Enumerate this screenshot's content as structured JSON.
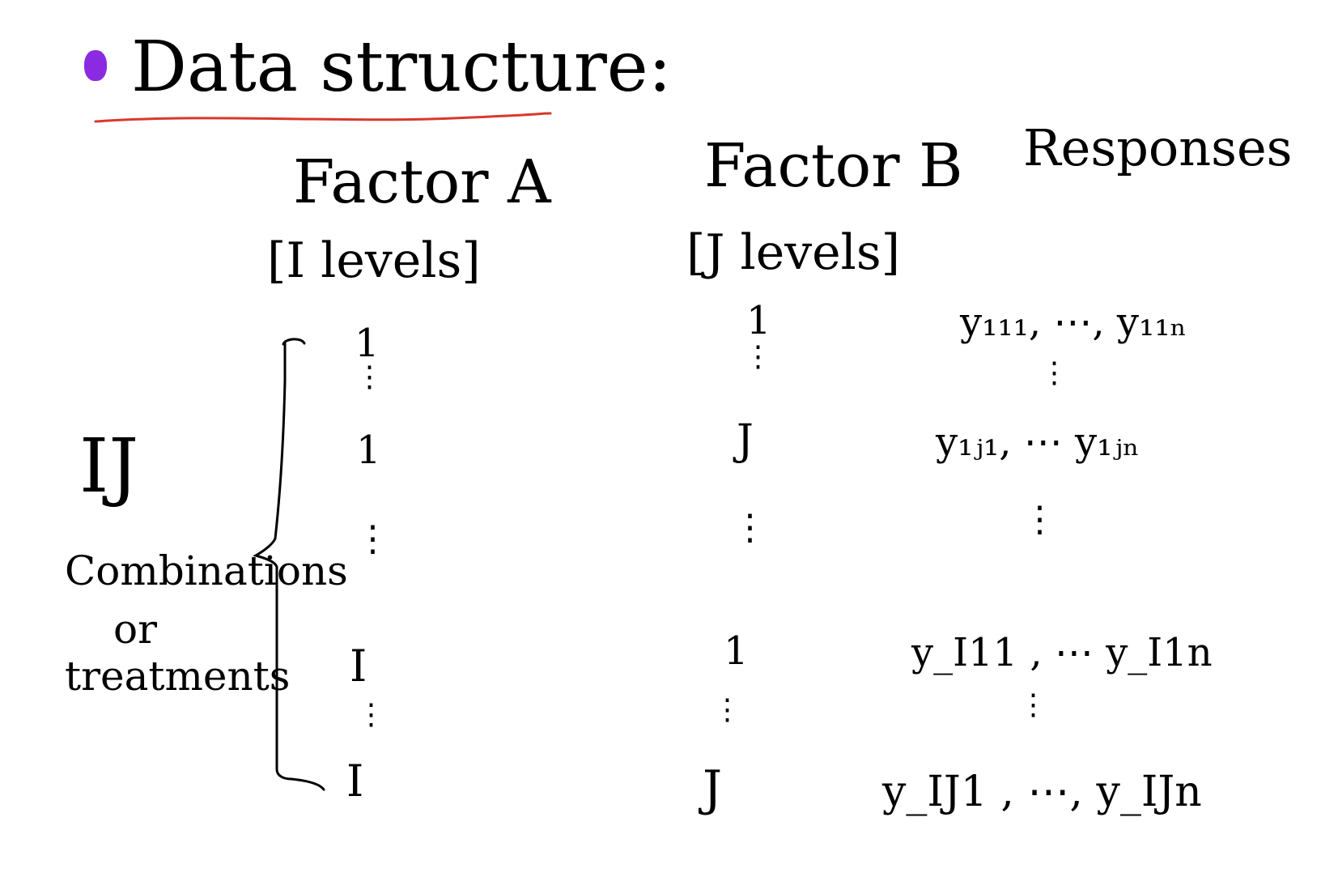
{
  "title": "Data structure:",
  "colors": {
    "bullet": "#8a2be2",
    "underline": "#d9382b",
    "ink": "#000000"
  },
  "columns": {
    "factor_a": {
      "heading": "Factor A",
      "levels": "[I levels]"
    },
    "factor_b": {
      "heading": "Factor B",
      "levels": "[J levels]"
    },
    "responses": {
      "heading": "Responses"
    }
  },
  "side_label": {
    "count": "IJ",
    "line1": "Combinations",
    "line2": "or",
    "line3": "treatments"
  },
  "factor_a_values": {
    "first": "1",
    "second": "1",
    "third": "I",
    "fourth": "I"
  },
  "factor_b_values": {
    "first": "1",
    "second": "J",
    "third": "1",
    "fourth": "J"
  },
  "responses_values": {
    "row1": "y₁₁₁, ⋯, y₁₁ₙ",
    "row2": "y₁ⱼ₁, ⋯ y₁ⱼₙ",
    "row3": "y_I11 , ⋯ y_I1n",
    "row4": "y_IJ1 , ⋯, y_IJn"
  }
}
